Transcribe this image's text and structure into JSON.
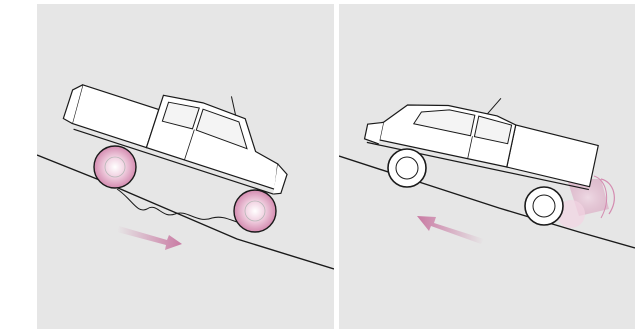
{
  "panels": [
    {
      "id": "downhill-braking",
      "ground": "slope",
      "wheel_highlight": "both-wheels",
      "arrow_direction": "down-slope"
    },
    {
      "id": "uphill-rollback",
      "ground": "slope",
      "wheel_highlight": "rear-bumper",
      "arrow_direction": "down-slope"
    }
  ],
  "colors": {
    "background": "#e6e6e6",
    "line": "#1a1a1a",
    "truck_fill": "#ffffff",
    "highlight": "#d48bb0",
    "highlight_light": "#f2d4e3",
    "arrow": "#c97aa3"
  },
  "icons": [
    "pickup-truck-illustration",
    "motion-arrow-icon",
    "wheel-glow-icon"
  ]
}
